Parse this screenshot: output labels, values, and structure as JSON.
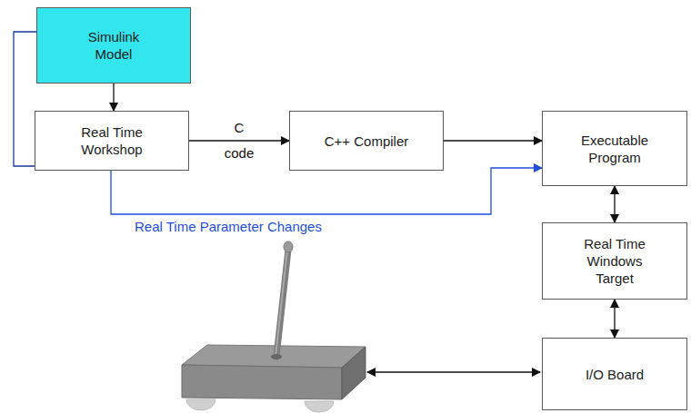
{
  "diagram": {
    "nodes": [
      {
        "text": [
          "Simulink Model"
        ]
      },
      {
        "text": [
          "Real Time Workshop"
        ]
      },
      {
        "text": [
          "C++ Compiler"
        ]
      },
      {
        "text": [
          "Executable Program"
        ]
      },
      {
        "text": [
          "Real Time Windows Target"
        ]
      },
      {
        "text": [
          "I/O Board"
        ]
      }
    ],
    "edges": [
      {
        "from": 0,
        "to": 1,
        "arrow": "to"
      },
      {
        "from": 1,
        "to": 2,
        "label": "C code",
        "arrow": "to"
      },
      {
        "from": 2,
        "to": 3,
        "arrow": "to"
      },
      {
        "from": 1,
        "to": 3,
        "label": "Real Time Parameter Changes",
        "arrow": "to"
      },
      {
        "from": 0,
        "to": 1,
        "arrow": "none"
      },
      {
        "from": 3,
        "to": 4,
        "arrow": "both"
      },
      {
        "from": 4,
        "to": 5,
        "arrow": "both"
      }
    ]
  }
}
